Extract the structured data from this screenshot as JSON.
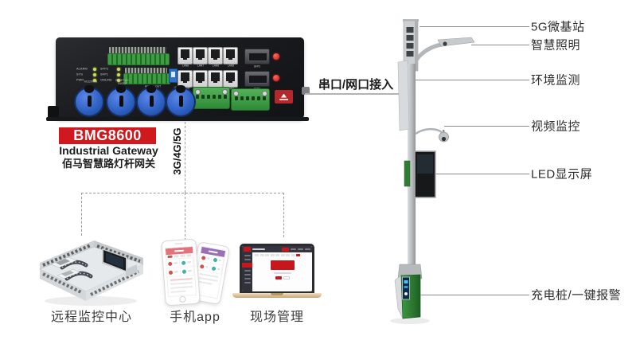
{
  "device": {
    "model": "BMG8600",
    "name_en": "Industrial Gateway",
    "name_cn": "佰马智慧路灯杆网关",
    "leds_left": [
      "ALARM",
      "SYS",
      "PWR"
    ],
    "leds_right": [
      "SFP2",
      "SFP1",
      "ONLINE"
    ],
    "lan_top": [
      "LAN8",
      "LAN7",
      "LAN6",
      "LAN5"
    ],
    "lan_bottom": [
      "LAN4",
      "LAN3",
      "LAN2",
      "LAN1"
    ],
    "sfp_top": "SFP2",
    "sfp_bottom": "SFP1",
    "connectors": [
      "AC220V-IN",
      "RESET AC-IN/OUT",
      "AC220V-OUT",
      "USB AC220V-OUT"
    ]
  },
  "connections": {
    "cellular": "3G/4G/5G",
    "wired": "串口/网口接入"
  },
  "pole": {
    "labels": [
      "5G微基站",
      "智慧照明",
      "环境监测",
      "视频监控",
      "LED显示屏",
      "充电桩/一键报警"
    ]
  },
  "bottom": {
    "items": [
      "远程监控中心",
      "手机app",
      "现场管理"
    ]
  },
  "colors": {
    "accent_red": "#d0191f",
    "device_black": "#1b1c1f",
    "connector_blue": "#2f62c4",
    "terminal_green": "#3d9e41",
    "led_yellow": "#ccdf4e",
    "status_red": "#d41414",
    "pole_gray": "#c2c6c9",
    "cabinet_green": "#2e7d33",
    "line_gray": "#8d8d8d"
  }
}
